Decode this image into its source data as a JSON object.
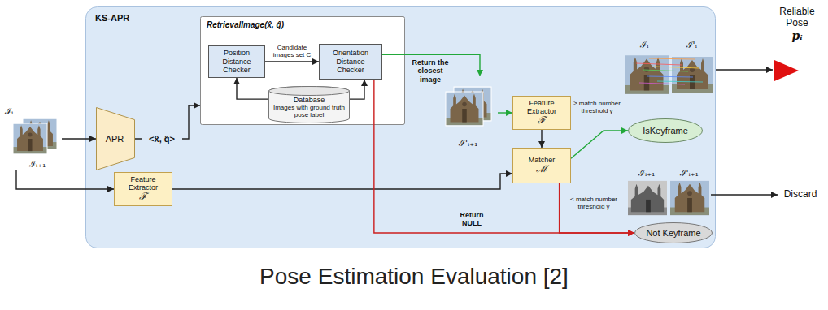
{
  "diagram": {
    "caption": "Pose Estimation Evaluation [2]",
    "nodes": [
      {
        "text": [
          "KS-APR"
        ]
      },
      {
        "text": [
          "ℐᵢ",
          "ℐᵢ₊₁"
        ]
      },
      {
        "text": [
          "APR"
        ],
        "in": 0
      },
      {
        "text": [
          "RetrievalImage(x̂, q̂)"
        ],
        "in": 0
      },
      {
        "text": [
          "Position Distance Checker"
        ],
        "in": 3
      },
      {
        "text": [
          "Orientation Distance Checker"
        ],
        "in": 3
      },
      {
        "text": [
          "Database",
          "Images with ground truth pose label"
        ],
        "in": 3
      },
      {
        "text": [
          "ℐ'ᵢ",
          "ℐ'ᵢ₊₁"
        ],
        "in": 0
      },
      {
        "text": [
          "Feature Extractor",
          "ℱ"
        ],
        "in": 0
      },
      {
        "text": [
          "Matcher",
          "ℳ"
        ],
        "in": 0
      },
      {
        "text": [
          "Feature Extractor",
          "ℱ"
        ],
        "in": 0
      },
      {
        "text": [
          "ℐᵢ",
          "ℐ'ᵢ"
        ],
        "in": 0
      },
      {
        "text": [
          "IsKeyframe"
        ],
        "in": 0
      },
      {
        "text": [
          "ℐᵢ₊₁",
          "ℐ'ᵢ₊₁"
        ],
        "in": 0
      },
      {
        "text": [
          "Not Keyframe"
        ],
        "in": 0
      },
      {
        "text": [
          "Reliable Pose",
          "pᵢ"
        ]
      },
      {
        "text": [
          "Discard"
        ]
      }
    ],
    "edges": [
      {
        "from": 1,
        "to": 2,
        "arrow": "to"
      },
      {
        "from": 1,
        "to": 10,
        "arrow": "to"
      },
      {
        "from": 2,
        "to": 3,
        "label": "<x̂, q̂>",
        "arrow": "to"
      },
      {
        "from": 4,
        "to": 5,
        "label": "Candidate images set C",
        "arrow": "to"
      },
      {
        "from": 6,
        "to": 4,
        "arrow": "to"
      },
      {
        "from": 6,
        "to": 5,
        "arrow": "to"
      },
      {
        "from": 5,
        "to": 7,
        "label": "Return the closest image",
        "arrow": "to"
      },
      {
        "from": 7,
        "to": 8,
        "arrow": "to"
      },
      {
        "from": 8,
        "to": 9,
        "arrow": "to"
      },
      {
        "from": 10,
        "to": 9,
        "arrow": "to"
      },
      {
        "from": 9,
        "to": 12,
        "label": "≥ match number threshold γ",
        "arrow": "to"
      },
      {
        "from": 9,
        "to": 14,
        "label": "< match number threshold γ",
        "arrow": "to"
      },
      {
        "from": 5,
        "to": 14,
        "label": "Return NULL",
        "arrow": "to"
      },
      {
        "from": 11,
        "to": 15,
        "arrow": "to"
      },
      {
        "from": 13,
        "to": 16,
        "arrow": "to"
      }
    ]
  }
}
